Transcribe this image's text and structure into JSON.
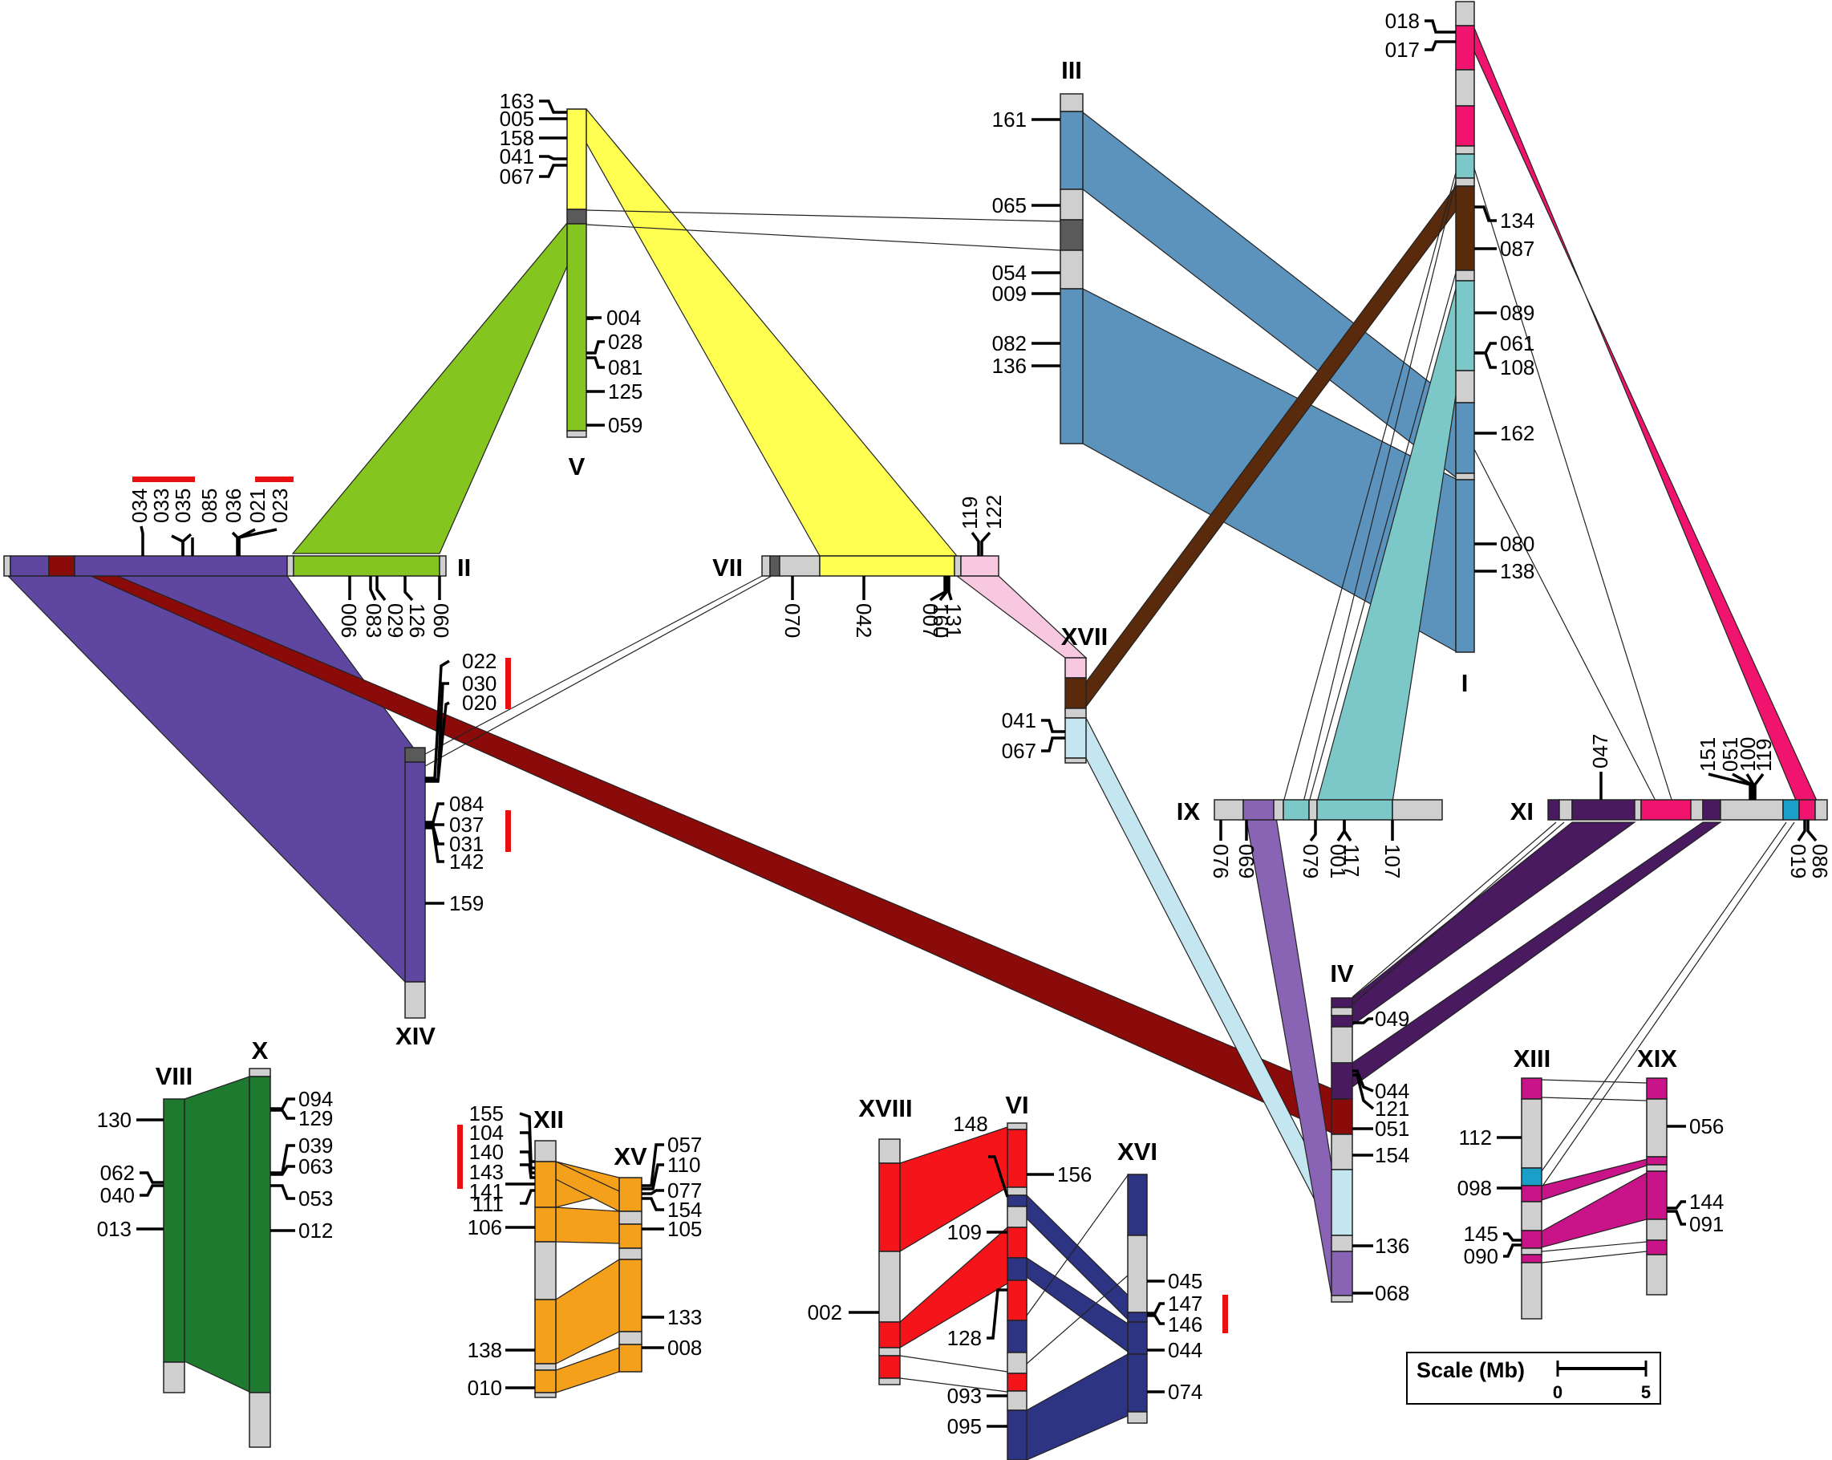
{
  "colors": {
    "grey": "#cfcfcf",
    "dark_grey": "#5a5a5a",
    "chr_I_magenta": "#f0146e",
    "chr_V_II_green": "#84c51f",
    "chr_V_VII_yellow": "#ffff52",
    "chr_III_I_blue": "#5b93bd",
    "chr_I_XVII_brown": "#5a2a0c",
    "chr_I_IX_teal": "#7cc8c8",
    "chr_II_XIV_purple": "#5f46a0",
    "chr_II_IV_darkred": "#8b0a0a",
    "chr_VII_XVII_pink": "#f8c8e0",
    "chr_XVII_IV_lightblue": "#c4e6f0",
    "chr_IX_IV_lavender": "#8a64b4",
    "chr_XI_IV_darkpurple": "#4a1a60",
    "chr_XI_cyan": "#1aa0c8",
    "chr_VIII_X_green": "#1e7a2e",
    "chr_XII_XV_orange": "#f5a01a",
    "chr_XVIII_VI_red": "#f5141a",
    "chr_VI_XVI_navy": "#2e3484",
    "chr_XIII_XIX_magenta": "#c81488",
    "highlight_red": "#e81010"
  },
  "chromosomes": {
    "I": "I",
    "II": "II",
    "III": "III",
    "IV": "IV",
    "V": "V",
    "VI": "VI",
    "VII": "VII",
    "VIII": "VIII",
    "IX": "IX",
    "X": "X",
    "XI": "XI",
    "XII": "XII",
    "XIII": "XIII",
    "XIV": "XIV",
    "XV": "XV",
    "XVI": "XVI",
    "XVII": "XVII",
    "XVIII": "XVIII",
    "XIX": "XIX"
  },
  "genes": {
    "I": [
      "018",
      "017",
      "134",
      "087",
      "089",
      "061",
      "108",
      "162",
      "080",
      "138"
    ],
    "II_top": [
      "034",
      "033",
      "035",
      "085",
      "036",
      "021",
      "023"
    ],
    "II_bottom": [
      "006",
      "083",
      "029",
      "126",
      "060"
    ],
    "III": [
      "161",
      "065",
      "054",
      "009",
      "082",
      "136"
    ],
    "IV": [
      "049",
      "044",
      "121",
      "051",
      "154",
      "136",
      "068"
    ],
    "V_left": [
      "163",
      "005",
      "158",
      "041",
      "067"
    ],
    "V_right": [
      "004",
      "028",
      "081",
      "125",
      "059"
    ],
    "VI": [
      "148",
      "156",
      "109",
      "128",
      "093",
      "095"
    ],
    "VII_top": [
      "119",
      "122"
    ],
    "VII_bottom": [
      "070",
      "042",
      "007",
      "160",
      "131"
    ],
    "VIII": [
      "130",
      "062",
      "040",
      "013"
    ],
    "IX": [
      "076",
      "069",
      "079",
      "001",
      "117",
      "107"
    ],
    "X": [
      "094",
      "129",
      "039",
      "063",
      "053",
      "012"
    ],
    "XI_top": [
      "047",
      "151",
      "051",
      "100",
      "119"
    ],
    "XI_bottom": [
      "019",
      "086"
    ],
    "XII": [
      "155",
      "104",
      "140",
      "143",
      "141",
      "111",
      "106",
      "138",
      "010"
    ],
    "XIII": [
      "112",
      "098",
      "145",
      "090"
    ],
    "XIV": [
      "022",
      "030",
      "020",
      "084",
      "037",
      "031",
      "142",
      "159"
    ],
    "XV": [
      "057",
      "110",
      "077",
      "154",
      "105",
      "133",
      "008"
    ],
    "XVI": [
      "045",
      "147",
      "146",
      "044",
      "074"
    ],
    "XVII": [
      "041",
      "067"
    ],
    "XVIII": [
      "002"
    ],
    "XIX": [
      "056",
      "144",
      "091"
    ]
  },
  "scale": {
    "title": "Scale (Mb)",
    "min_label": "0",
    "max_label": "5"
  }
}
